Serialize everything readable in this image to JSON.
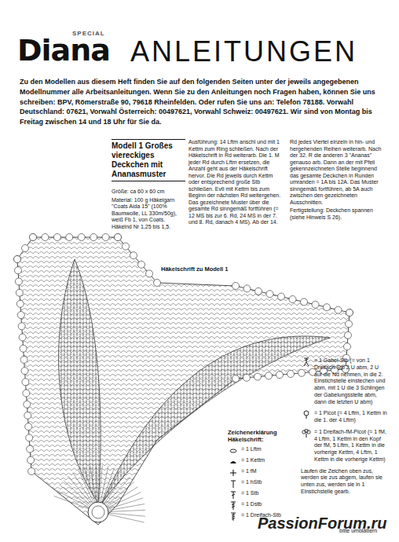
{
  "diagram": {
    "title": "ANLEITUNGEN",
    "labels": [
      "SPECIAL",
      "Diana",
      "Zu den Modellen aus diesem Heft finden Sie auf den folgenden Seiten unter der jeweils angegebenen Modellnummer alle Arbeitsanleitungen. Wenn Sie zu den Anleitungen noch Fragen haben, können Sie uns schreiben: BPV, Römerstraße 90, 79618 Rheinfelden. Oder rufen Sie uns an: Telefon 78188. Vorwahl Deutschland: 07621, Vorwahl Österreich: 00497621, Vorwahl Schweiz: 00497621. Wir sind von Montag bis Freitag zwischen 14 und 18 Uhr für Sie da.",
      "Modell 1 Großes viereckiges Deckchen mit Ananasmuster",
      "Größe: ca 60 x 60 cm",
      "Material: 100 g Häkelgarn \"Coats Aida 15\" (100% Baumwolle, LL 330m/50g), weiß Fb 1, von Coats. Häkelnd Nr 1,25 bis 1,5.",
      "Ausführung: 14 Lftm anschl und mit 1 Kettm zum Ring schließen. Nach der Häkelschrift in Rd weiterarb. Die 1. M jeder Rd durch Lftm ersetzen, die Anzahl geht aus der Häkelschrift hervor. Die Rd jeweils durch Kettm oder entsprechend große Stb schließen. Evtl mit Kettm bis zum Beginn der nächsten Rd weitergehen. Das gezeichnete Muster über die gesamte Rd sinngemäß fortführen (= 12 MS bis zur 6. Rd, 24 MS in der 7. und 8. Rd, danach 4 MS). Ab der 14. Rd jedes Viertel einzeln in hin- und hergehenden Reihen weiterarb. Nach der 32. R die anderen 3 \"Ananas\" genauso arb. Dann an der mit Pfeil gekennzeichneten Stelle beginnend das gesamte Deckchen in Runden umranden = 1A bis 12A. Das Muster sinngemäß fortführen, ab 5A auch zwischen den gezeichneten Ausschnitten.",
      "Fertigstellung: Deckchen spannen (siehe Hinweis S 26).",
      "Häkelschrift zu Modell 1",
      "Zeichenerklärung Häkelschrift:",
      "Laufen die Zeichen oben zus, werden sie zus abgem, laufen sie unten zus, werden sie in 1 Einstichstelle gearb.",
      "bitte umblättern",
      "PassionForum.ru"
    ],
    "legend": [
      {
        "text": "= 1 Lftm"
      },
      {
        "text": "= 1 Kettm"
      },
      {
        "text": "= 1 fM"
      },
      {
        "text": "= 1 hStb"
      },
      {
        "text": "= 1 Stb"
      },
      {
        "text": "= 1 Dstb"
      },
      {
        "text": "= 1 Dreifach-Stb"
      },
      {
        "text": "= 1 Gabel-Stb (= von 1 Dreifach-Stb 2 U abm, 2 U auf die Nd nehmen, in die 2. Einstichstelle einstechen und abm, mit 1 U die 3 Schlingen der Gabelungsstelle abm, dann die letzten U abm)"
      },
      {
        "text": "= 1 Picot (= 4 Lftm, 1 Kettm in die 1. der 4 Lftm)"
      },
      {
        "text": "= 1 Dreifach-fM-Picot (= 1 fM, 4 Lftm, 1 Kettm in den Kopf der fM, 5 Lftm, 1 Kettm in die vorherige Kettm, 4 Lftm, 1 Kettm in die vorherige Kettm)"
      }
    ]
  }
}
